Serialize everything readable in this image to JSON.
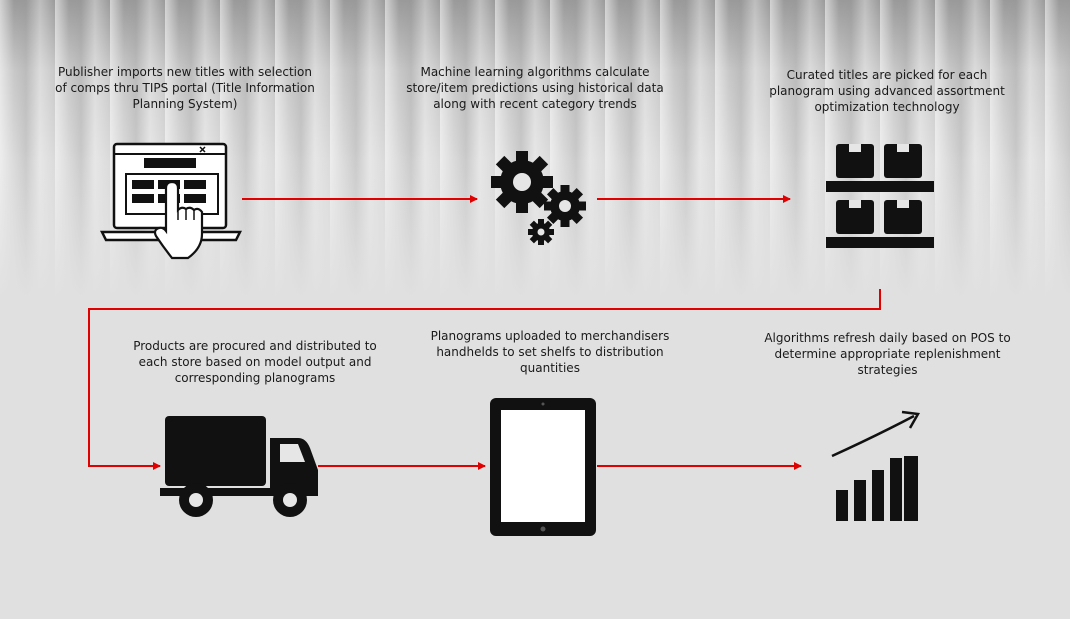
{
  "diagram": {
    "accent_color": "#e00000",
    "steps": [
      {
        "id": "import",
        "icon": "laptop-touch-icon",
        "caption": "Publisher imports new titles with selection\nof comps thru TIPS portal (Title Information\nPlanning System)"
      },
      {
        "id": "ml",
        "icon": "gears-icon",
        "caption": "Machine learning algorithms calculate\nstore/item predictions using historical data\nalong with recent category trends"
      },
      {
        "id": "curate",
        "icon": "pallet-boxes-icon",
        "caption": "Curated titles are picked for each\nplanogram using advanced assortment\noptimization technology"
      },
      {
        "id": "procure",
        "icon": "truck-icon",
        "caption": "Products are procured and distributed to\neach store based on model output and\ncorresponding planograms"
      },
      {
        "id": "upload",
        "icon": "tablet-icon",
        "caption": "Planograms uploaded to merchandisers\nhandhelds to set shelfs to distribution\nquantities"
      },
      {
        "id": "refresh",
        "icon": "growth-chart-icon",
        "caption": "Algorithms refresh daily based on POS to\ndetermine  appropriate replenishment\nstrategies"
      }
    ]
  }
}
